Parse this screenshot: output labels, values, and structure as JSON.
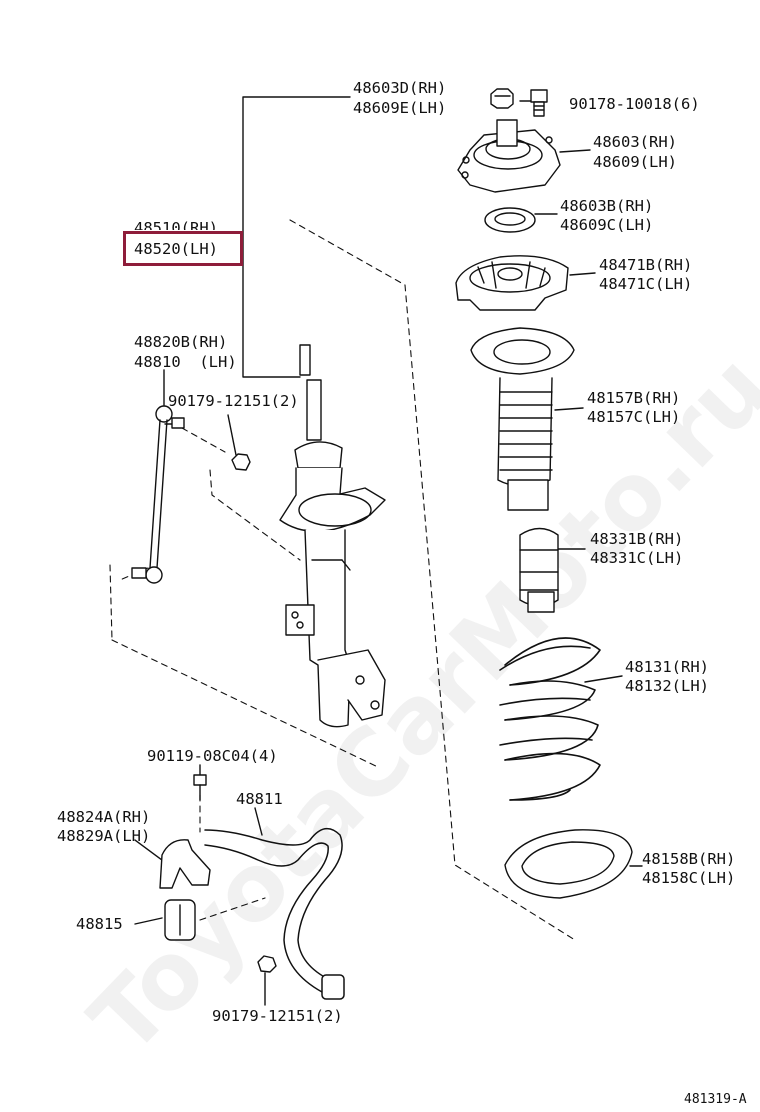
{
  "watermark": "ToyotaCarMoto.ru",
  "figure_ref": "481319-A",
  "highlight_color": "#8e1d3a",
  "labels": {
    "nut_upper_rh": "48603D(RH)",
    "nut_upper_lh": "48609E(LH)",
    "bolt": "90178-10018(6)",
    "support_rh": "48603(RH)",
    "support_lh": "48609(LH)",
    "bearing_rh": "48603B(RH)",
    "bearing_lh": "48609C(LH)",
    "strut_rh": "48510(RH)",
    "strut_lh": "48520(LH)",
    "upper_seat_rh": "48471B(RH)",
    "upper_seat_lh": "48471C(LH)",
    "link_rh": "48820B(RH)",
    "link_lh": "48810  (LH)",
    "link_nut": "90179-12151(2)",
    "boot_rh": "48157B(RH)",
    "boot_lh": "48157C(LH)",
    "bumper_rh": "48331B(RH)",
    "bumper_lh": "48331C(LH)",
    "spring_rh": "48131(RH)",
    "spring_lh": "48132(LH)",
    "bracket_bolt": "90119-08C04(4)",
    "stabilizer_bar": "48811",
    "bracket_rh": "48824A(RH)",
    "bracket_lh": "48829A(LH)",
    "bushing": "48815",
    "insulator_rh": "48158B(RH)",
    "insulator_lh": "48158C(LH)",
    "bar_nut": "90179-12151(2)"
  }
}
